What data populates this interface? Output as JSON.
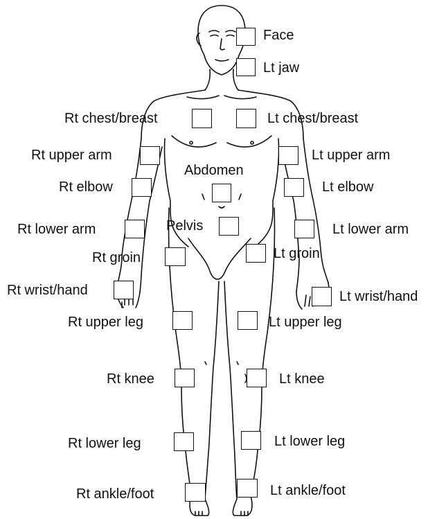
{
  "sites": {
    "face": "Face",
    "lt_jaw": "Lt jaw",
    "rt_chest_breast": "Rt chest/breast",
    "lt_chest_breast": "Lt chest/breast",
    "rt_upper_arm": "Rt upper arm",
    "lt_upper_arm": "Lt upper arm",
    "abdomen": "Abdomen",
    "rt_elbow": "Rt elbow",
    "lt_elbow": "Lt elbow",
    "pelvis": "Pelvis",
    "rt_lower_arm": "Rt lower arm",
    "lt_lower_arm": "Lt lower arm",
    "rt_groin": "Rt groin",
    "lt_groin": "Lt groin",
    "rt_wrist_hand": "Rt wrist/hand",
    "lt_wrist_hand": "Lt wrist/hand",
    "rt_upper_leg": "Rt upper leg",
    "lt_upper_leg": "Lt upper leg",
    "rt_knee": "Rt knee",
    "lt_knee": "Lt knee",
    "rt_lower_leg": "Rt lower leg",
    "lt_lower_leg": "Lt lower leg",
    "rt_ankle_foot": "Rt ankle/foot",
    "lt_ankle_foot": "Lt ankle/foot"
  }
}
